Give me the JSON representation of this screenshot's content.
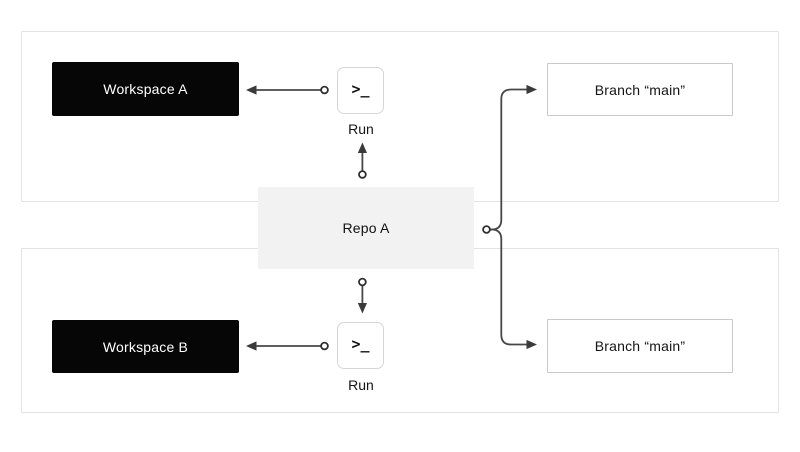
{
  "diagram": {
    "repo": {
      "label": "Repo A"
    },
    "top_section": {
      "workspace": {
        "label": "Workspace A"
      },
      "run": {
        "label": "Run",
        "icon": "terminal-prompt-icon",
        "glyph": ">_"
      },
      "branch": {
        "label": "Branch “main”"
      }
    },
    "bottom_section": {
      "workspace": {
        "label": "Workspace B"
      },
      "run": {
        "label": "Run",
        "icon": "terminal-prompt-icon",
        "glyph": ">_"
      },
      "branch": {
        "label": "Branch “main”"
      }
    },
    "colors": {
      "workspace_bg": "#060606",
      "workspace_text": "#ffffff",
      "repo_bg": "#f2f2f2",
      "frame_border": "#e3e3e3",
      "branch_border": "#c9c9c9",
      "terminal_border": "#d6d6d6",
      "connector": "#474747"
    }
  }
}
